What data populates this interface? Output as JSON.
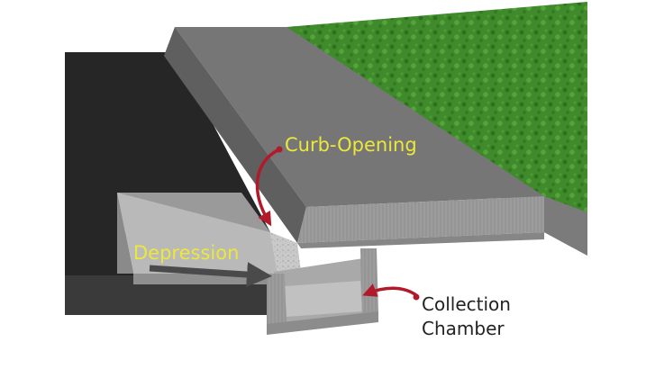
{
  "labels": {
    "curb_opening": "Curb-Opening",
    "depression": "Depression",
    "collection_line1": "Collection",
    "collection_line2": "Chamber"
  },
  "colors": {
    "asphalt": "#262626",
    "grass": "#3f8a2a",
    "concrete_top": "#767676",
    "concrete_face": "#969696",
    "label_yellow": "#ece83a",
    "arrow_red": "#b11a2a",
    "direction_arrow": "#4a4a4a"
  },
  "icons": {
    "curb_arrow": "curved-arrow",
    "chamber_arrow": "curved-arrow",
    "flow_arrow": "straight-arrow"
  }
}
